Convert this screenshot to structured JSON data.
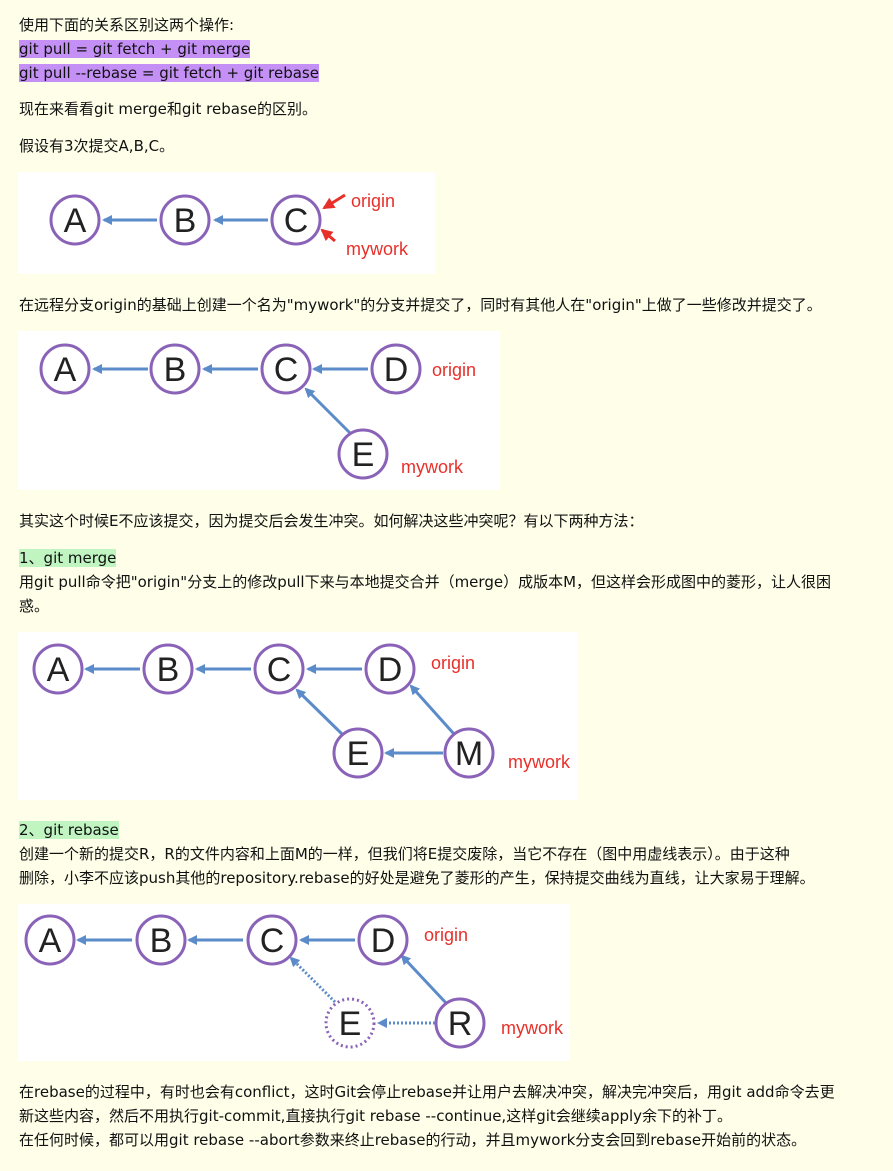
{
  "intro": {
    "p1": "使用下面的关系区别这两个操作:",
    "cmd_pull": "git pull = git fetch + git merge",
    "cmd_rebase": "git pull --rebase = git fetch + git rebase",
    "p2": "现在来看看git merge和git rebase的区别。",
    "p3": "假设有3次提交A,B,C。"
  },
  "fig1": {
    "nodes": [
      "A",
      "B",
      "C"
    ],
    "label_origin": "origin",
    "label_mywork": "mywork"
  },
  "p4": "在远程分支origin的基础上创建一个名为\"mywork\"的分支并提交了，同时有其他人在\"origin\"上做了一些修改并提交了。",
  "fig2": {
    "nodes": [
      "A",
      "B",
      "C",
      "D",
      "E"
    ],
    "label_origin": "origin",
    "label_mywork": "mywork"
  },
  "p5": "其实这个时候E不应该提交，因为提交后会发生冲突。如何解决这些冲突呢？有以下两种方法：",
  "section1": {
    "heading": "1、git merge",
    "line1": "用git pull命令把\"origin\"分支上的修改pull下来与本地提交合并（merge）成版本M，但这样会形成图中的菱形，让人很困",
    "line2": "惑。"
  },
  "fig3": {
    "nodes": [
      "A",
      "B",
      "C",
      "D",
      "E",
      "M"
    ],
    "label_origin": "origin",
    "label_mywork": "mywork"
  },
  "section2": {
    "heading": "2、git rebase",
    "line1": "创建一个新的提交R，R的文件内容和上面M的一样，但我们将E提交废除，当它不存在（图中用虚线表示）。由于这种",
    "line2": "删除，小李不应该push其他的repository.rebase的好处是避免了菱形的产生，保持提交曲线为直线，让大家易于理解。"
  },
  "fig4": {
    "nodes": [
      "A",
      "B",
      "C",
      "D",
      "E",
      "R"
    ],
    "label_origin": "origin",
    "label_mywork": "mywork"
  },
  "outro": {
    "line1": "在rebase的过程中，有时也会有conflict，这时Git会停止rebase并让用户去解决冲突，解决完冲突后，用git add命令去更",
    "line2": "新这些内容，然后不用执行git-commit,直接执行git rebase --continue,这样git会继续apply余下的补丁。",
    "line3": "在任何时候，都可以用git rebase --abort参数来终止rebase的行动，并且mywork分支会回到rebase开始前的状态。"
  }
}
